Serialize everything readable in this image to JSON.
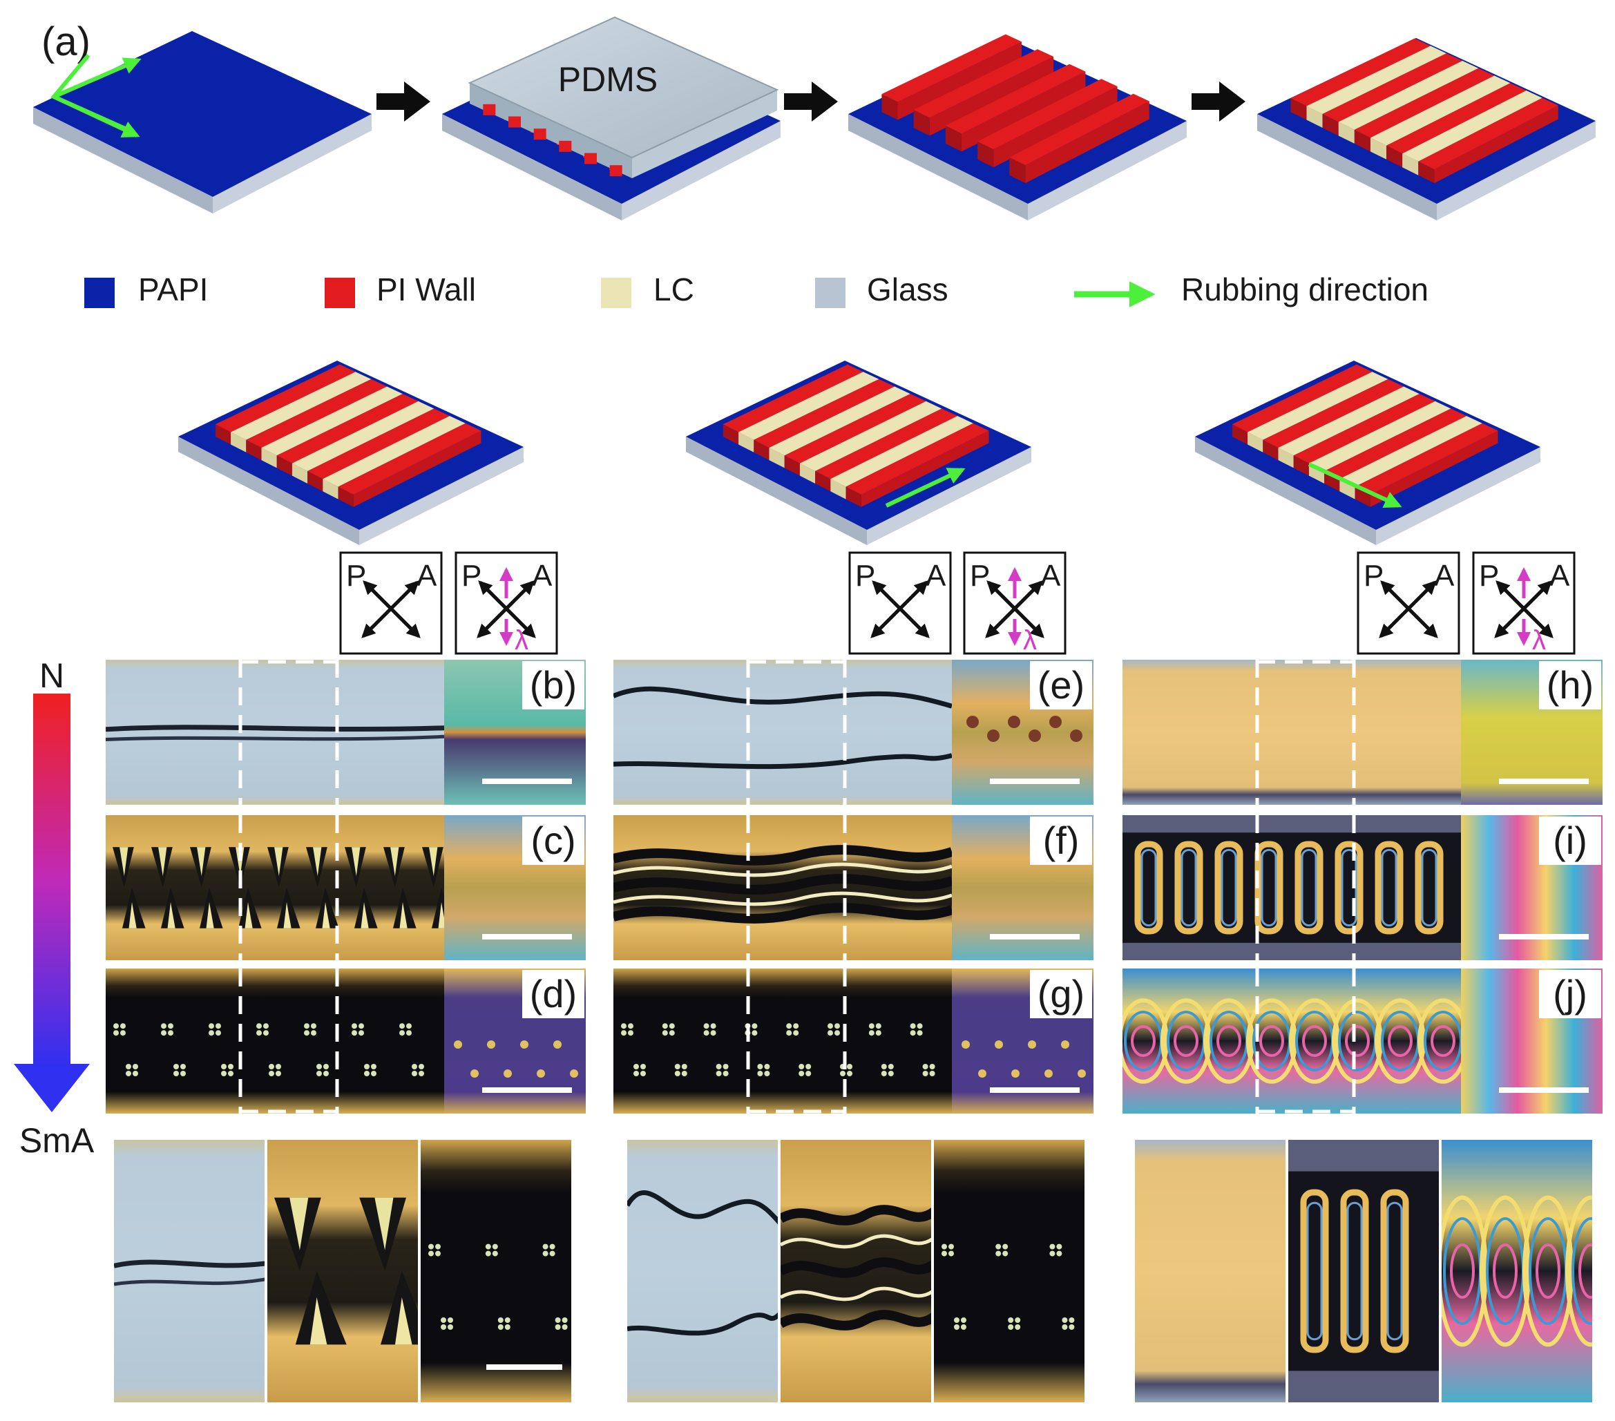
{
  "panel_a": {
    "label": "(a)",
    "pdms_label": "PDMS"
  },
  "legend": [
    {
      "key": "papi",
      "label": "PAPI",
      "color": "#0a22a8"
    },
    {
      "key": "wall",
      "label": "PI Wall",
      "color": "#e21b1f"
    },
    {
      "key": "lc",
      "label": "LC",
      "color": "#ebe4b4"
    },
    {
      "key": "glass",
      "label": "Glass",
      "color": "#b9c4d3"
    },
    {
      "key": "rub",
      "label": "Rubbing direction",
      "color": "#4cf03a"
    }
  ],
  "colors": {
    "papi": "#0a22a8",
    "wall": "#e21b1f",
    "lc": "#ebe4b4",
    "glass": "#b9c4d3",
    "rubbing": "#4cf03a",
    "lambda": "#d43cc8",
    "pdms": "#b8c8d4"
  },
  "polarizer": {
    "p": "P",
    "a": "A",
    "lambda": "λ"
  },
  "phase_axis": {
    "top": "N",
    "bottom": "SmA"
  },
  "columns": [
    {
      "panels": [
        "(b)",
        "(c)",
        "(d)"
      ]
    },
    {
      "panels": [
        "(e)",
        "(f)",
        "(g)"
      ]
    },
    {
      "panels": [
        "(h)",
        "(i)",
        "(j)"
      ]
    }
  ],
  "icons": {
    "process_arrow": "right-arrow-icon",
    "polarizer": "crossed-polarizer-icon",
    "rubbing": "green-arrow-icon"
  }
}
